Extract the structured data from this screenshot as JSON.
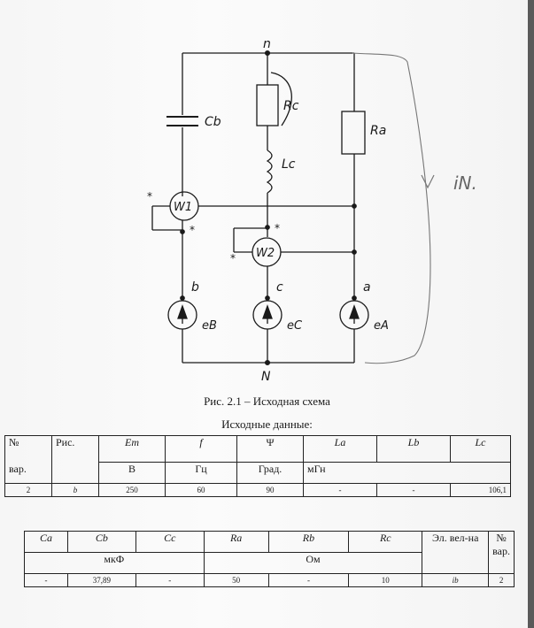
{
  "diagram": {
    "nodes": {
      "top": "n",
      "bottom": "N",
      "b": "b",
      "c": "c",
      "a": "a"
    },
    "components": {
      "cb": "Cb",
      "rc": "Rc",
      "lc": "Lc",
      "ra": "Ra",
      "w1": "W1",
      "w2": "W2",
      "eb": "eB",
      "ec": "eC",
      "ea": "eA"
    },
    "star": "*",
    "handwritten_current": "iN."
  },
  "caption": "Рис. 2.1 – Исходная схема",
  "subcaption": "Исходные данные:",
  "table1": {
    "h_no": "№",
    "h_var": "вар.",
    "h_fig": "Рис.",
    "h_em": "Em",
    "h_f": "f",
    "h_psi": "Ψ",
    "h_la": "La",
    "h_lb": "Lb",
    "h_lc": "Lc",
    "u_v": "В",
    "u_hz": "Гц",
    "u_deg": "Град.",
    "u_mh": "мГн",
    "r_var": "2",
    "r_fig": "b",
    "r_em": "250",
    "r_f": "60",
    "r_psi": "90",
    "r_la": "-",
    "r_lb": "-",
    "r_lc": "106,1"
  },
  "table2": {
    "h_ca": "Ca",
    "h_cb": "Cb",
    "h_cc": "Cc",
    "h_ra": "Ra",
    "h_rb": "Rb",
    "h_rc": "Rc",
    "h_el": "Эл. вел-на",
    "h_var": "№ вар.",
    "u_mkf": "мкФ",
    "u_ohm": "Ом",
    "r_ca": "-",
    "r_cb": "37,89",
    "r_cc": "-",
    "r_ra": "50",
    "r_rb": "-",
    "r_rc": "10",
    "r_el": "ib",
    "r_var": "2"
  }
}
